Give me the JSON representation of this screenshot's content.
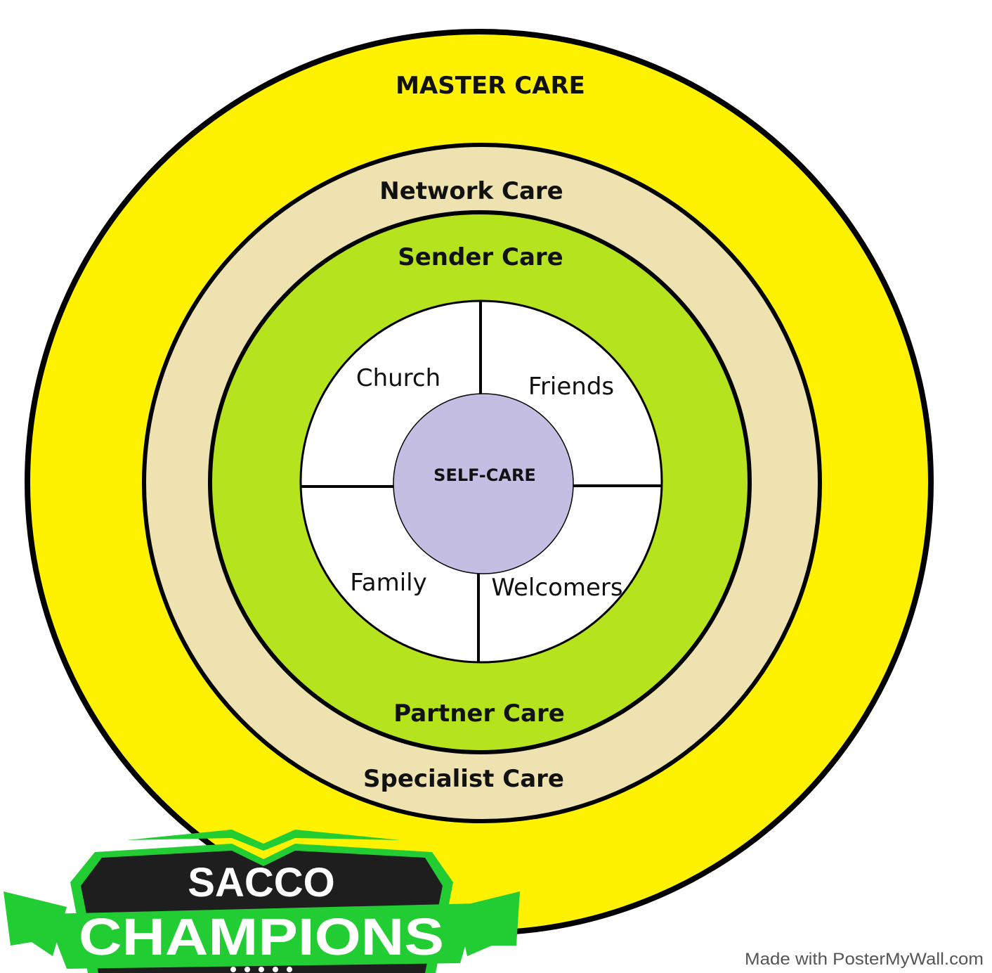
{
  "diagram": {
    "rings": [
      {
        "label": "MASTER CARE",
        "color": "#fff200"
      },
      {
        "label": "Network Care",
        "color": "#ede2b0"
      },
      {
        "label": "Specialist Care",
        "color": "#ede2b0"
      },
      {
        "label": "Sender Care",
        "color": "#b5e41f"
      },
      {
        "label": "Partner Care",
        "color": "#b5e41f"
      }
    ],
    "quadrants": [
      "Church",
      "Friends",
      "Family",
      "Welcomers"
    ],
    "center": {
      "label": "SELF-CARE",
      "color": "#c5bee3"
    }
  },
  "logo": {
    "line1": "SACCO",
    "line2": "CHAMPIONS",
    "green": "#22cc33"
  },
  "watermark": "Made with PosterMyWall.com"
}
